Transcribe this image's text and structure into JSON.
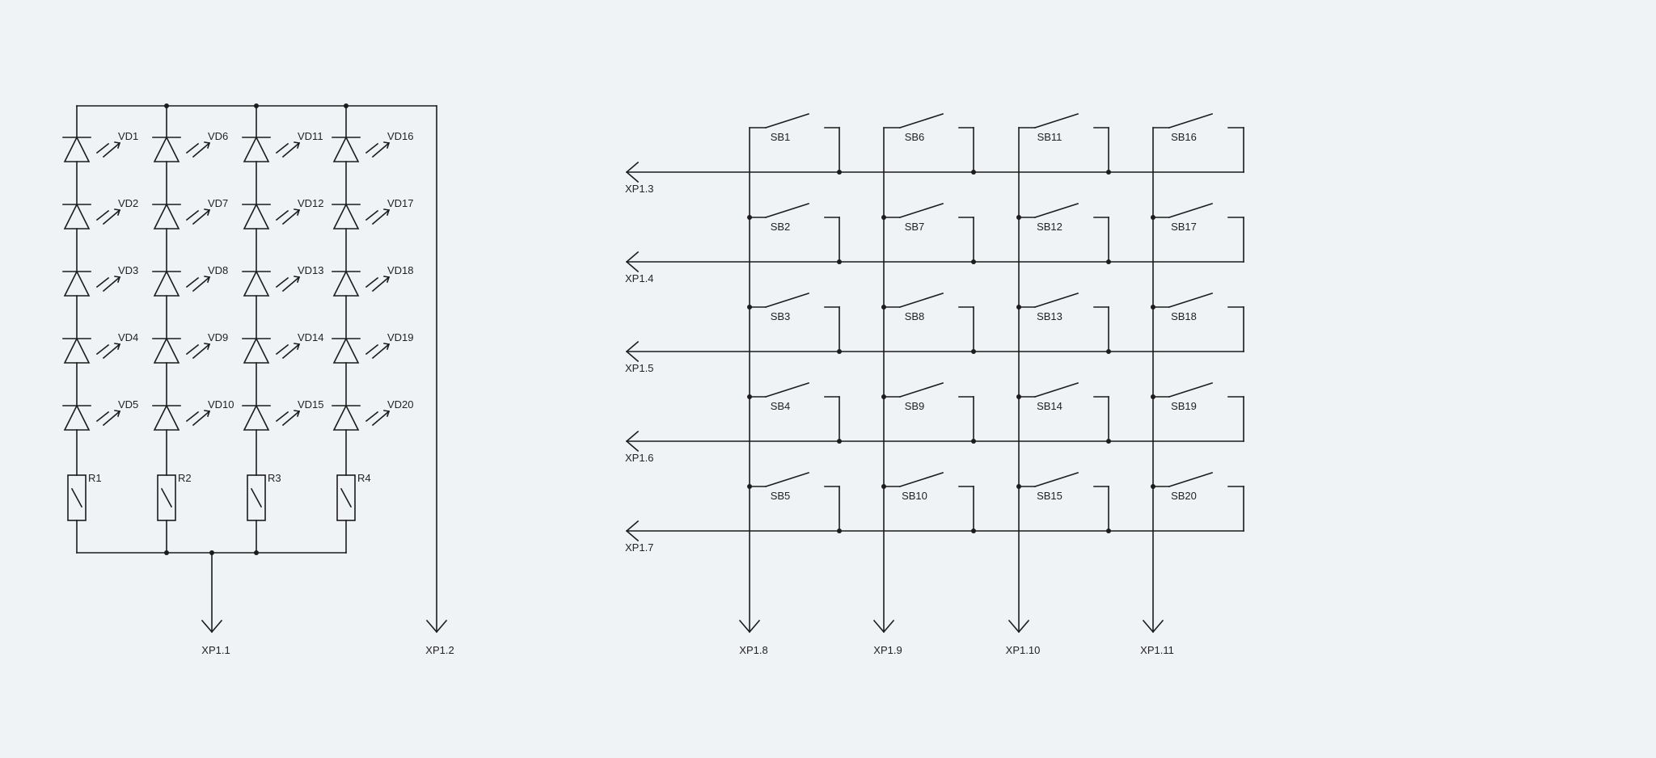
{
  "colors": {
    "background": "#eff3f6",
    "wire": "#1c1c1c",
    "text": "#222222"
  },
  "led_matrix": {
    "diode_labels": [
      [
        "VD1",
        "VD2",
        "VD3",
        "VD4",
        "VD5"
      ],
      [
        "VD6",
        "VD7",
        "VD8",
        "VD9",
        "VD10"
      ],
      [
        "VD11",
        "VD12",
        "VD13",
        "VD14",
        "VD15"
      ],
      [
        "VD16",
        "VD17",
        "VD18",
        "VD19",
        "VD20"
      ]
    ],
    "resistor_labels": [
      "R1",
      "R2",
      "R3",
      "R4"
    ],
    "connector_common": "XP1.1",
    "connector_supply": "XP1.2"
  },
  "keypad": {
    "switch_labels": [
      [
        "SB1",
        "SB2",
        "SB3",
        "SB4",
        "SB5"
      ],
      [
        "SB6",
        "SB7",
        "SB8",
        "SB9",
        "SB10"
      ],
      [
        "SB11",
        "SB12",
        "SB13",
        "SB14",
        "SB15"
      ],
      [
        "SB16",
        "SB17",
        "SB18",
        "SB19",
        "SB20"
      ]
    ],
    "row_connectors": [
      "XP1.3",
      "XP1.4",
      "XP1.5",
      "XP1.6",
      "XP1.7"
    ],
    "column_connectors": [
      "XP1.8",
      "XP1.9",
      "XP1.10",
      "XP1.11"
    ]
  }
}
